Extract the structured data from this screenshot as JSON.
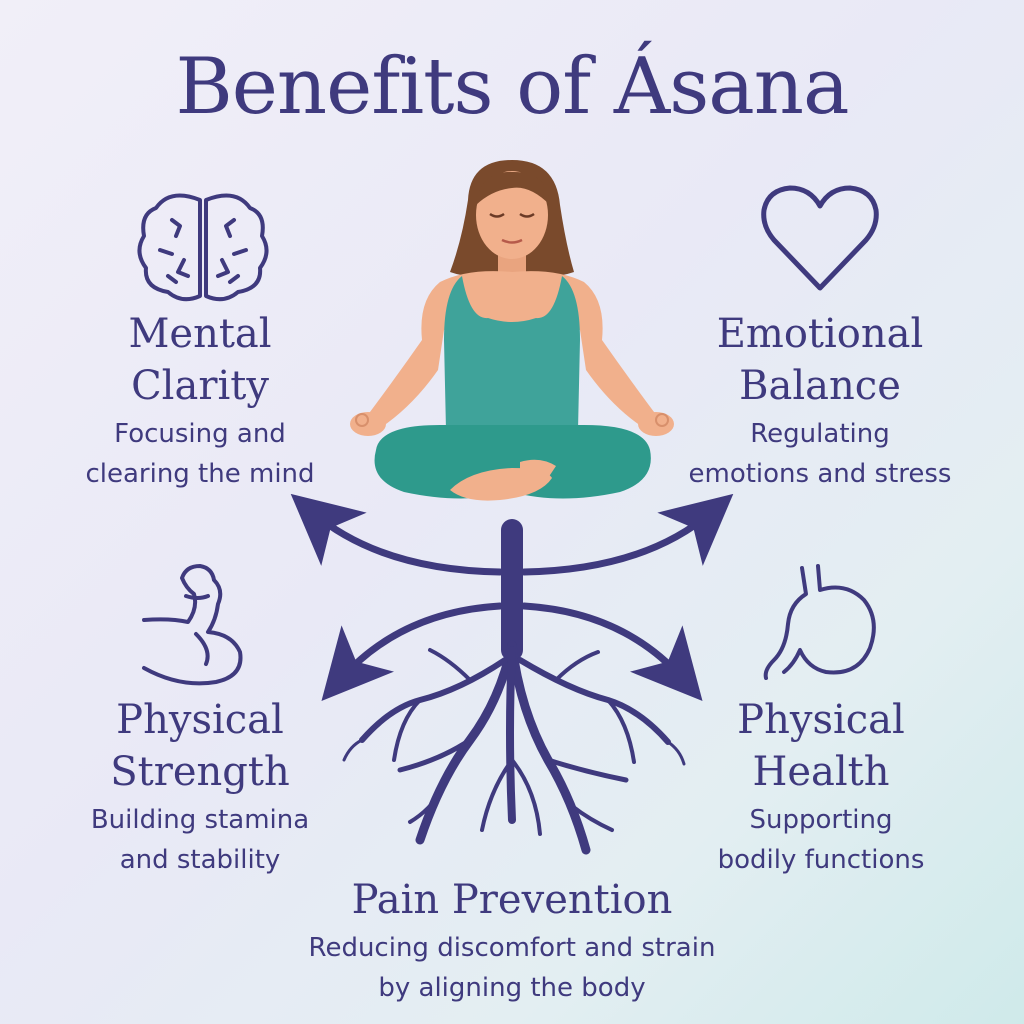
{
  "title": "Benefits of Ásana",
  "benefits": {
    "mental": {
      "title_line1": "Mental",
      "title_line2": "Clarity",
      "desc_line1": "Focusing and",
      "desc_line2": "clearing the mind",
      "icon": "brain-icon"
    },
    "emotional": {
      "title_line1": "Emotional",
      "title_line2": "Balance",
      "desc_line1": "Regulating",
      "desc_line2": "emotions and stress",
      "icon": "heart-icon"
    },
    "strength": {
      "title_line1": "Physical",
      "title_line2": "Strength",
      "desc_line1": "Building stamina",
      "desc_line2": "and stability",
      "icon": "flexed-arm-icon"
    },
    "health": {
      "title_line1": "Physical",
      "title_line2": "Health",
      "desc_line1": "Supporting",
      "desc_line2": "bodily functions",
      "icon": "stomach-icon"
    },
    "pain": {
      "title_line1": "Pain Prevention",
      "desc_line1": "Reducing discomfort and strain",
      "desc_line2": "by aligning the body"
    }
  },
  "colors": {
    "primary": "#3f3a7e",
    "teal_top": "#3fa39a",
    "teal_pants": "#2e9a8c",
    "skin": "#f1b08c",
    "hair": "#7a4a2c"
  }
}
